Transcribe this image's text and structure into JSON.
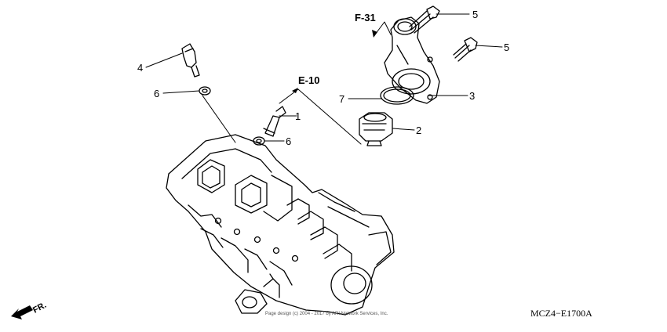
{
  "diagram": {
    "callouts": [
      {
        "id": "c1",
        "number": "1"
      },
      {
        "id": "c2",
        "number": "2"
      },
      {
        "id": "c3",
        "number": "3"
      },
      {
        "id": "c4",
        "number": "4"
      },
      {
        "id": "c5a",
        "number": "5"
      },
      {
        "id": "c5b",
        "number": "5"
      },
      {
        "id": "c6a",
        "number": "6"
      },
      {
        "id": "c6b",
        "number": "6"
      },
      {
        "id": "c7",
        "number": "7"
      }
    ],
    "references": {
      "f31": "F-31",
      "e10": "E-10"
    },
    "direction_label": "FR.",
    "diagram_code": "MCZ4−E1700A",
    "footer_text": "Page design (c) 2004 - 2017 by ARI Network Services, Inc."
  }
}
